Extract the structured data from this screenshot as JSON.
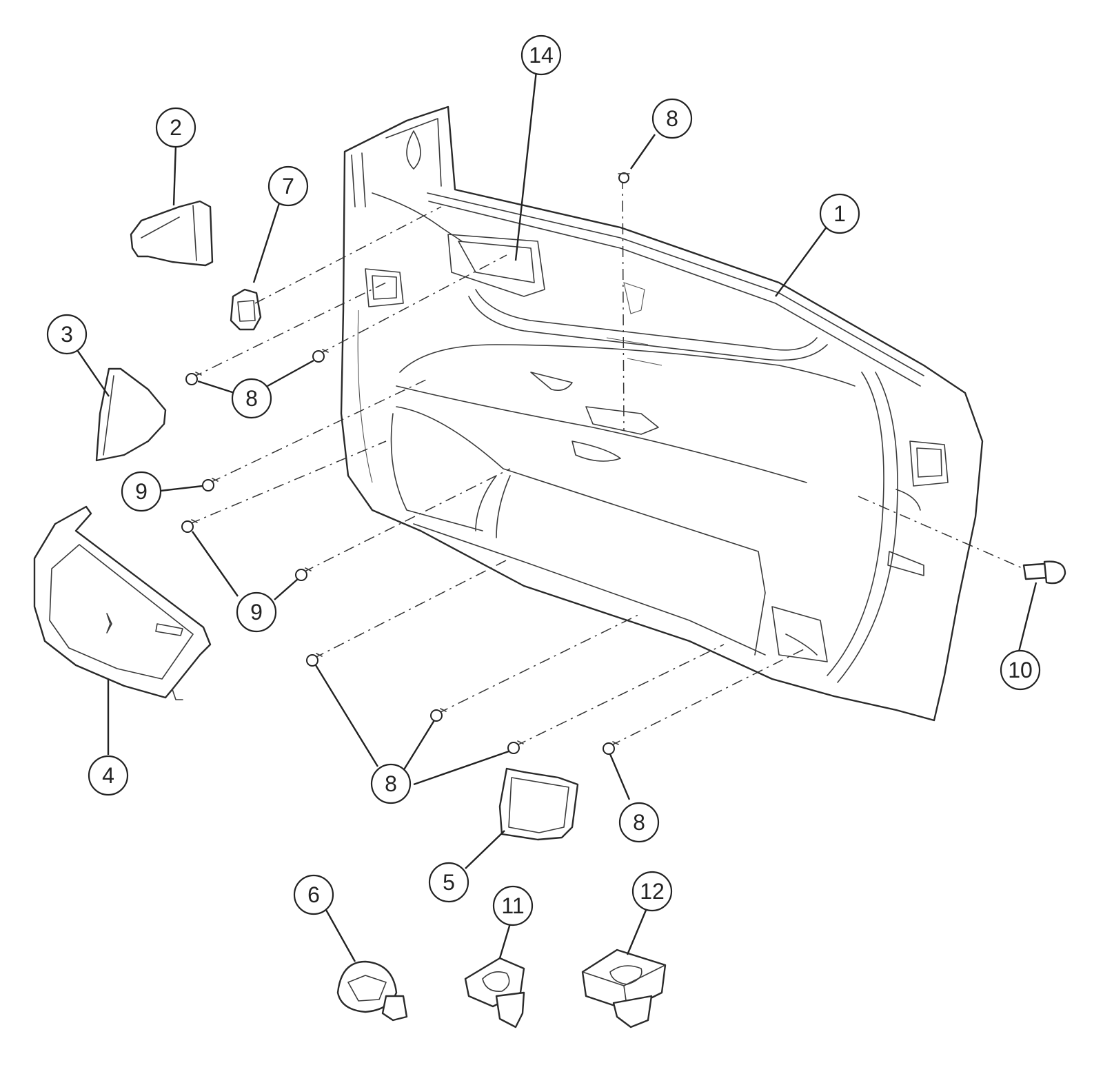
{
  "callouts": {
    "c1": "1",
    "c2": "2",
    "c3": "3",
    "c4": "4",
    "c5": "5",
    "c6": "6",
    "c7": "7",
    "c8_top": "8",
    "c8_upper_left": "8",
    "c8_bottom_center": "8",
    "c8_bottom_right": "8",
    "c9_upper": "9",
    "c9_lower": "9",
    "c10": "10",
    "c11": "11",
    "c12": "12",
    "c14": "14"
  }
}
